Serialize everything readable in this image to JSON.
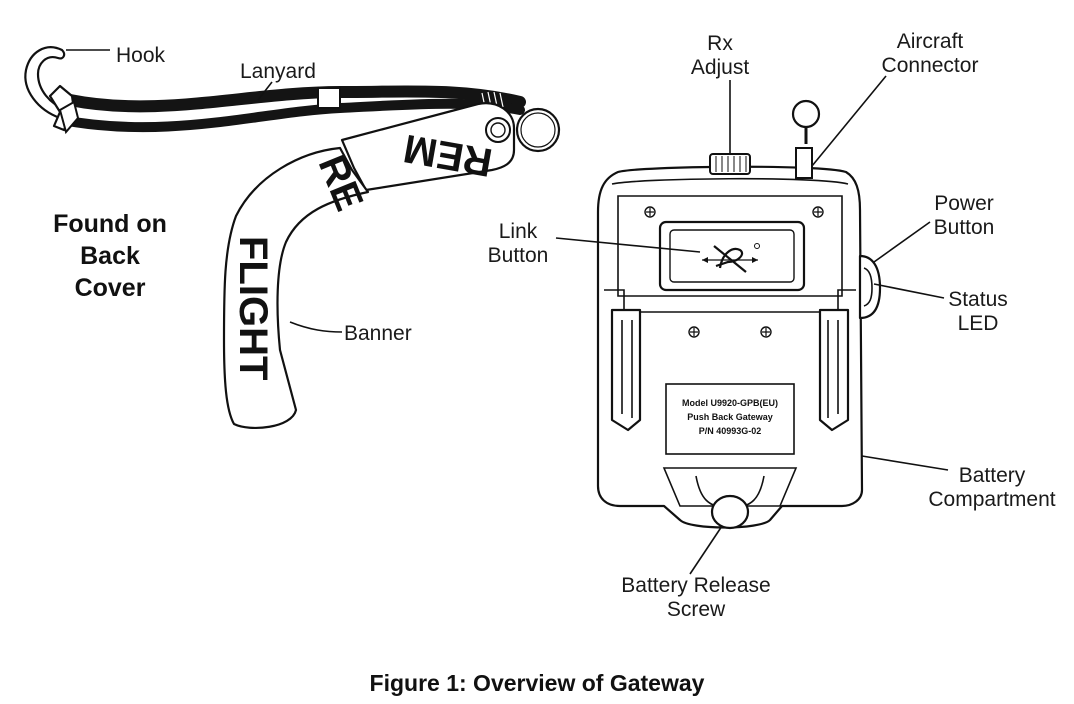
{
  "labels": {
    "hook": "Hook",
    "lanyard": "Lanyard",
    "banner": "Banner",
    "found_line1": "Found on",
    "found_line2": "Back",
    "found_line3": "Cover",
    "rx_line1": "Rx",
    "rx_line2": "Adjust",
    "aircraft_line1": "Aircraft",
    "aircraft_line2": "Connector",
    "power_line1": "Power",
    "power_line2": "Button",
    "status_line1": "Status",
    "status_line2": "LED",
    "link_line1": "Link",
    "link_line2": "Button",
    "battery_comp_line1": "Battery",
    "battery_comp_line2": "Compartment",
    "release_line1": "Battery Release",
    "release_line2": "Screw"
  },
  "banner_text": {
    "part1": "REM",
    "part2": "RE",
    "part3": "FLIGHT"
  },
  "model_plate": {
    "line1": "Model U9920-GPB(EU)",
    "line2": "Push Back Gateway",
    "line3": "P/N 40993G-02"
  },
  "caption": "Figure 1: Overview of Gateway",
  "colors": {
    "ink": "#111111",
    "strap": "#141414",
    "banner_fill": "#ffffff",
    "background": "#ffffff"
  },
  "icons": {
    "link_symbol": "link-logo-icon"
  }
}
